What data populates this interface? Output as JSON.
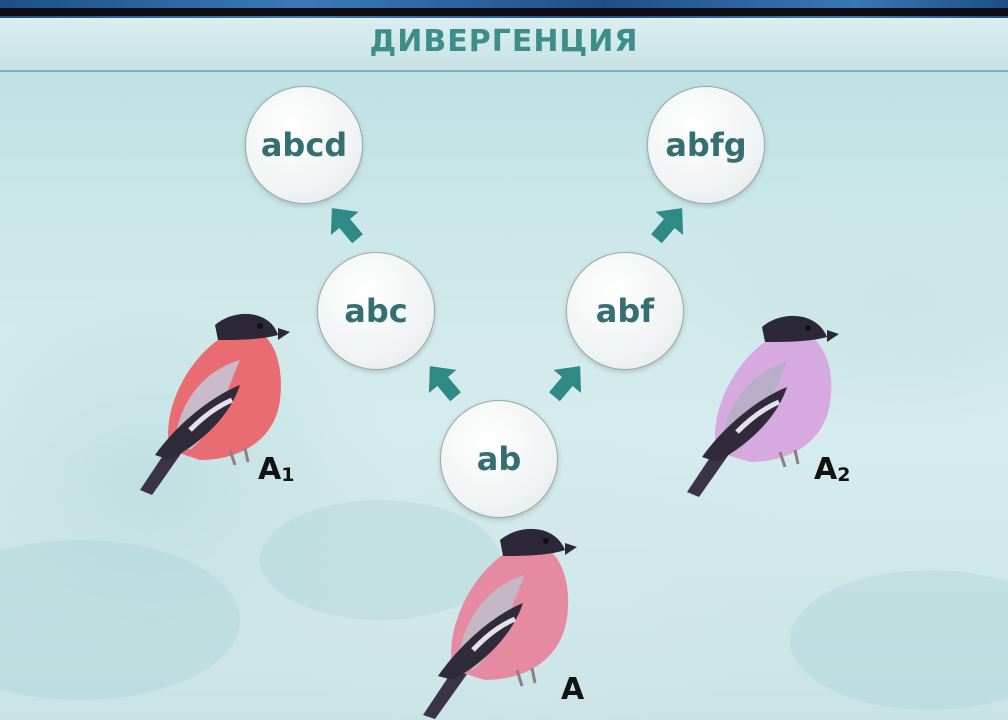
{
  "title": "ДИВЕРГЕНЦИЯ",
  "nodes": {
    "abcd": "abcd",
    "abfg": "abfg",
    "abc": "abc",
    "abf": "abf",
    "ab": "ab"
  },
  "birds": {
    "a1": {
      "label": "A",
      "sub": "1"
    },
    "a2": {
      "label": "A",
      "sub": "2"
    },
    "a": {
      "label": "A"
    }
  },
  "colors": {
    "arrow": "#2f8a87",
    "node_text": "#356f73",
    "title": "#3d8e8a"
  }
}
